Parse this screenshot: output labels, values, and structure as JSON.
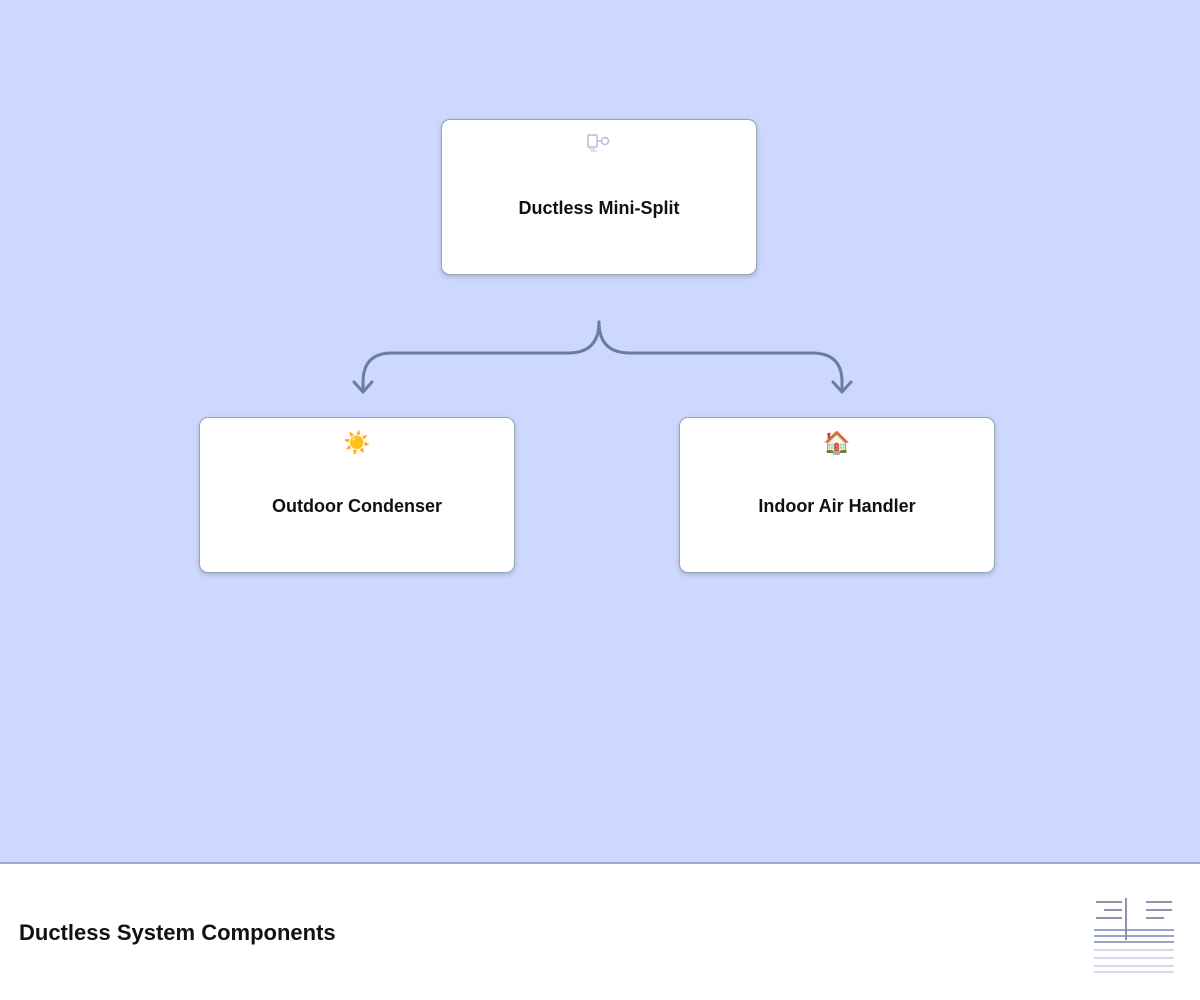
{
  "diagram": {
    "root": {
      "label": "Ductless Mini-Split",
      "icon": "mini-split-icon"
    },
    "children": [
      {
        "label": "Outdoor Condenser",
        "icon": "sun-icon",
        "glyph": "☀️"
      },
      {
        "label": "Indoor Air Handler",
        "icon": "house-icon",
        "glyph": "🏠"
      }
    ],
    "colors": {
      "background": "#ccd8fd",
      "connector": "#6b7d9c",
      "node_fill": "#ffffff"
    }
  },
  "footer": {
    "title": "Ductless System Components",
    "logo": "company-logo-icon"
  }
}
